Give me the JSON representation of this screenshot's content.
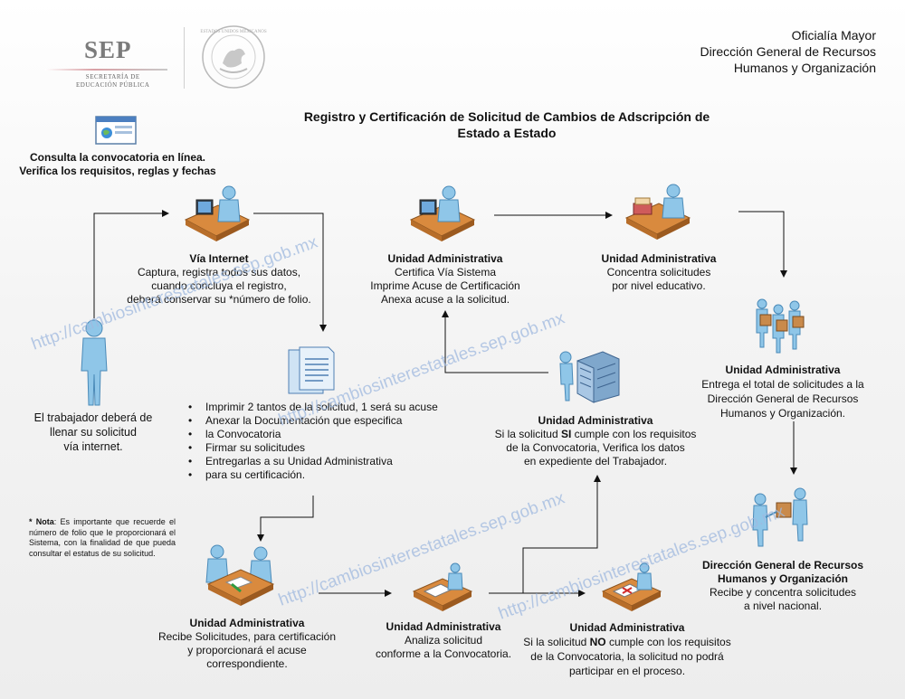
{
  "header": {
    "line1": "Oficialía Mayor",
    "line2": "Dirección General de Recursos",
    "line3": "Humanos y Organización"
  },
  "logo": {
    "word": "SEP",
    "sub1": "SECRETARÍA DE",
    "sub2": "EDUCACIÓN PÚBLICA",
    "seal_text": "ESTADOS UNIDOS MEXICANOS"
  },
  "title": {
    "line1": "Registro y Certificación de Solicitud de Cambios de Adscripción de",
    "line2": "Estado a Estado"
  },
  "watermark": "http://cambiosinterestatales.sep.gob.mx",
  "nodes": {
    "consulta": {
      "line1": "Consulta la convocatoria en línea.",
      "line2": "Verifica los requisitos, reglas y fechas"
    },
    "trabajador": {
      "line1": "El trabajador deberá de",
      "line2": "llenar su solicitud",
      "line3": "vía internet."
    },
    "via_internet": {
      "heading": "Vía Internet",
      "line1": "Captura, registra todos sus datos,",
      "line2": "cuando concluya el registro,",
      "line3": "deberá conservar su *número de folio."
    },
    "ua_certifica": {
      "heading": "Unidad Administrativa",
      "line1": "Certifica Vía Sistema",
      "line2": "Imprime Acuse de Certificación",
      "line3": "Anexa acuse a la solicitud."
    },
    "ua_concentra": {
      "heading": "Unidad Administrativa",
      "line1": "Concentra solicitudes",
      "line2": "por nivel educativo."
    },
    "ua_entrega": {
      "heading": "Unidad Administrativa",
      "line1": "Entrega el total de solicitudes a la",
      "line2": "Dirección General de Recursos",
      "line3": "Humanos y Organización."
    },
    "ua_si": {
      "heading": "Unidad Administrativa",
      "l1a": "Si la solicitud ",
      "l1b": "SI",
      "l1c": " cumple con los requisitos",
      "line2": "de la Convocatoria, Verifica los datos",
      "line3": "en expediente del Trabajador."
    },
    "dgrho": {
      "heading1": "Dirección General de Recursos",
      "heading2": "Humanos y Organización",
      "line1": "Recibe y concentra solicitudes",
      "line2": "a nivel nacional."
    },
    "ua_recibe": {
      "heading": "Unidad Administrativa",
      "line1": "Recibe Solicitudes, para certificación",
      "line2": "y proporcionará el acuse",
      "line3": "correspondiente."
    },
    "ua_analiza": {
      "heading": "Unidad Administrativa",
      "line1": "Analiza solicitud",
      "line2": "conforme a la Convocatoria."
    },
    "ua_no": {
      "heading": "Unidad Administrativa",
      "l1a": "Si la solicitud ",
      "l1b": "NO",
      "l1c": " cumple con los requisitos",
      "line2": "de la Convocatoria, la solicitud no podrá",
      "line3": "participar en el proceso."
    }
  },
  "bullets": [
    "Imprimir 2 tantos de la solicitud, 1 será su acuse",
    "Anexar la Documentación que especifica",
    "la Convocatoria",
    "Firmar su solicitudes",
    "Entregarlas a su Unidad Administrativa",
    "para su certificación."
  ],
  "note": {
    "bold": "* Nota",
    "text": ": Es importante que recuerde el número de folio que le proporcionará el Sistema, con la finalidad de que pueda consultar el estatus de su solicitud."
  },
  "icons": [
    "browser-icon",
    "worker-person-icon",
    "computer-workstation-icon",
    "documents-icon",
    "server-rack-icon",
    "boxes-people-icon",
    "handshake-people-icon",
    "desk-meeting-icon",
    "desk-paper-icon",
    "desk-reject-icon"
  ],
  "colors": {
    "person": "#8fc6e8",
    "person_dark": "#4a8ab8",
    "watermark": "#9fb9df",
    "arrow": "#111111",
    "box": "#c98a4b"
  }
}
